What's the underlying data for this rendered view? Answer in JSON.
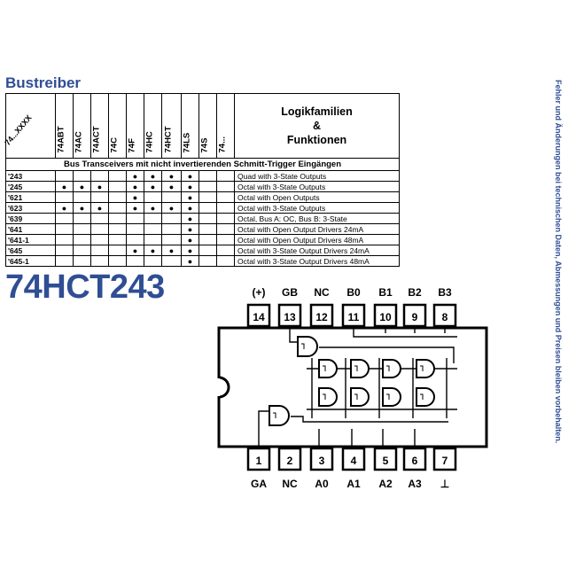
{
  "section_title": "Bustreiber",
  "table": {
    "corner_label": "74...XXXX",
    "families": [
      "74ABT",
      "74AC",
      "74ACT",
      "74C",
      "74F",
      "74HC",
      "74HCT",
      "74LS",
      "74S",
      "74..."
    ],
    "functions_header_line1": "Logikfamilien",
    "functions_header_line2": "&",
    "functions_header_line3": "Funktionen",
    "subheader": "Bus Transceivers mit nicht invertierenden Schmitt-Trigger Eingängen",
    "dot_symbol": "●",
    "rows": [
      {
        "part": "'243",
        "dots": [
          false,
          false,
          false,
          false,
          true,
          true,
          true,
          true,
          false,
          false
        ],
        "function": "Quad with 3-State Outputs"
      },
      {
        "part": "'245",
        "dots": [
          true,
          true,
          true,
          false,
          true,
          true,
          true,
          true,
          false,
          false
        ],
        "function": "Octal with 3-State Outputs"
      },
      {
        "part": "'621",
        "dots": [
          false,
          false,
          false,
          false,
          true,
          false,
          false,
          true,
          false,
          false
        ],
        "function": "Octal with Open Outputs"
      },
      {
        "part": "'623",
        "dots": [
          true,
          true,
          true,
          false,
          true,
          true,
          true,
          true,
          false,
          false
        ],
        "function": "Octal with 3-State Outputs"
      },
      {
        "part": "'639",
        "dots": [
          false,
          false,
          false,
          false,
          false,
          false,
          false,
          true,
          false,
          false
        ],
        "function": "Octal, Bus A: OC, Bus B: 3-State"
      },
      {
        "part": "'641",
        "dots": [
          false,
          false,
          false,
          false,
          false,
          false,
          false,
          true,
          false,
          false
        ],
        "function": "Octal with Open Output Drivers 24mA"
      },
      {
        "part": "'641-1",
        "dots": [
          false,
          false,
          false,
          false,
          false,
          false,
          false,
          true,
          false,
          false
        ],
        "function": "Octal with Open Output Drivers 48mA"
      },
      {
        "part": "'645",
        "dots": [
          false,
          false,
          false,
          false,
          true,
          true,
          true,
          true,
          false,
          false
        ],
        "function": "Octal with 3-State Output Drivers 24mA"
      },
      {
        "part": "'645-1",
        "dots": [
          false,
          false,
          false,
          false,
          false,
          false,
          false,
          true,
          false,
          false
        ],
        "function": "Octal with 3-State Output Drivers 48mA"
      }
    ]
  },
  "chip_title": "74HCT243",
  "pinout": {
    "top_labels": [
      "(+)",
      "GB",
      "NC",
      "B0",
      "B1",
      "B2",
      "B3"
    ],
    "top_pins": [
      "14",
      "13",
      "12",
      "11",
      "10",
      "9",
      "8"
    ],
    "bottom_pins": [
      "1",
      "2",
      "3",
      "4",
      "5",
      "6",
      "7"
    ],
    "bottom_labels": [
      "GA",
      "NC",
      "A0",
      "A1",
      "A2",
      "A3",
      "⊥"
    ]
  },
  "side_note": "Fehler und Änderungen bei technischen Daten, Abmessungen und Preisen bleiben vorbehalten."
}
